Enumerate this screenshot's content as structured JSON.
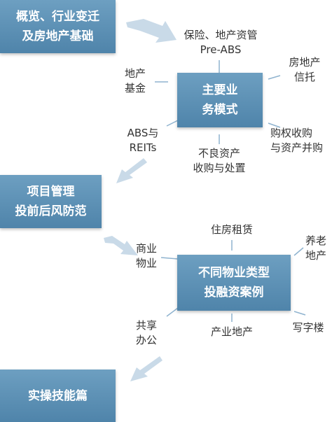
{
  "sections": {
    "overview": [
      "概览、行业变迁",
      "及房地产基础"
    ],
    "main_modes": [
      "主要业",
      "务模式"
    ],
    "project_mgmt": [
      "项目管理",
      "投前后风防范"
    ],
    "property_cases": [
      "不同物业类型",
      "投融资案例"
    ],
    "practice": "实操技能篇"
  },
  "modes_labels": {
    "insurance": [
      "保险、地产资管",
      "Pre-ABS"
    ],
    "re_trust": [
      "房地产",
      "信托"
    ],
    "re_fund": [
      "地产",
      "基金"
    ],
    "abs_reits": [
      "ABS与",
      "REITs"
    ],
    "acquisition": [
      "购权收购",
      "与资产并购"
    ],
    "npl": [
      "不良资产",
      "收购与处置"
    ]
  },
  "property_labels": {
    "rental": "住房租赁",
    "elderly": [
      "养老",
      "地产"
    ],
    "commercial": [
      "商业",
      "物业"
    ],
    "office": "写字楼",
    "cowork": [
      "共享",
      "办公"
    ],
    "industrial": "产业地产"
  },
  "colors": {
    "box_top": "#6d9fc1",
    "box_bottom": "#4f84aa",
    "arrow": "#c9dae8",
    "line": "#8fb3cf",
    "text": "#333333"
  }
}
